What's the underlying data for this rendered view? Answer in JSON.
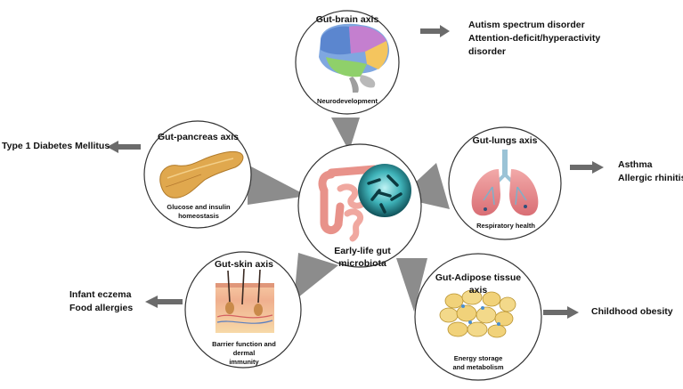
{
  "center": {
    "label": "Early-life gut microbiota"
  },
  "axes": {
    "brain": {
      "title": "Gut-brain axis",
      "caption": [
        "Neurodevelopment"
      ]
    },
    "pancreas": {
      "title": "Gut-pancreas axis",
      "caption": [
        "Glucose and insulin",
        "homeostasis"
      ]
    },
    "lungs": {
      "title": "Gut-lungs axis",
      "caption": [
        "Respiratory health"
      ]
    },
    "skin": {
      "title": "Gut-skin axis",
      "caption": [
        "Barrier function and dermal",
        "immunity"
      ]
    },
    "adipose": {
      "title": [
        "Gut-Adipose tissue",
        "axis"
      ],
      "caption": [
        "Energy storage",
        "and metabolism"
      ]
    }
  },
  "outcomes": {
    "brain": [
      "Autism spectrum disorder",
      "Attention-deficit/hyperactivity",
      "disorder"
    ],
    "pancreas": [
      "Type 1 Diabetes Mellitus"
    ],
    "lungs": [
      "Asthma",
      "Allergic rhinitis"
    ],
    "skin": [
      "Infant eczema",
      "Food allergies"
    ],
    "adipose": [
      "Childhood obesity"
    ]
  },
  "colors": {
    "connector": "#8c8c8c",
    "arrow": "#6b6b6b",
    "circle_border": "#333333",
    "microbe_teal": "#1f7f86"
  }
}
